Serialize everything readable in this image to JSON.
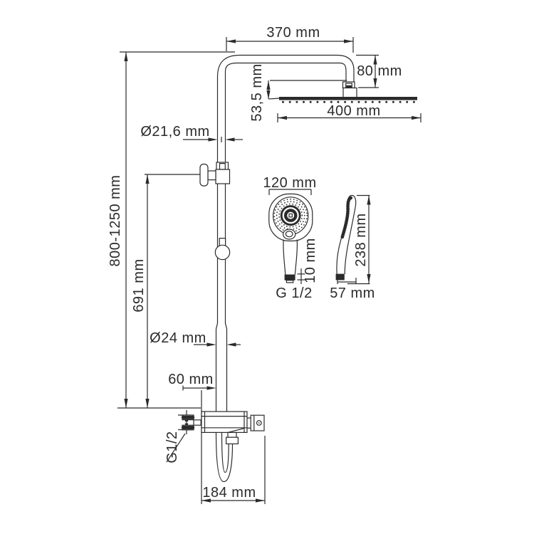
{
  "meta": {
    "background_color": "#ffffff",
    "line_color": "#2b2b2b",
    "text_color": "#2b2b2b",
    "drawing_type": "shower-system-dimension-diagram"
  },
  "dimensions": {
    "arm_reach": "370 mm",
    "head_drop": "80 mm",
    "head_clearance": "53,5 mm",
    "rain_head_width": "400 mm",
    "upper_pipe_diameter": "Ø21,6 mm",
    "column_height_range": "800-1250 mm",
    "wall_bracket_height": "691 mm",
    "hand_shower_width": "120 mm",
    "hand_shower_nut_height": "10 mm",
    "hand_shower_thread": "G 1/2",
    "hand_shower_length": "238 mm",
    "hand_shower_depth": "57 mm",
    "lower_pipe_diameter": "Ø24 mm",
    "mixer_pipe_offset": "60 mm",
    "mixer_thread": "G1/2",
    "mixer_width": "184 mm"
  }
}
